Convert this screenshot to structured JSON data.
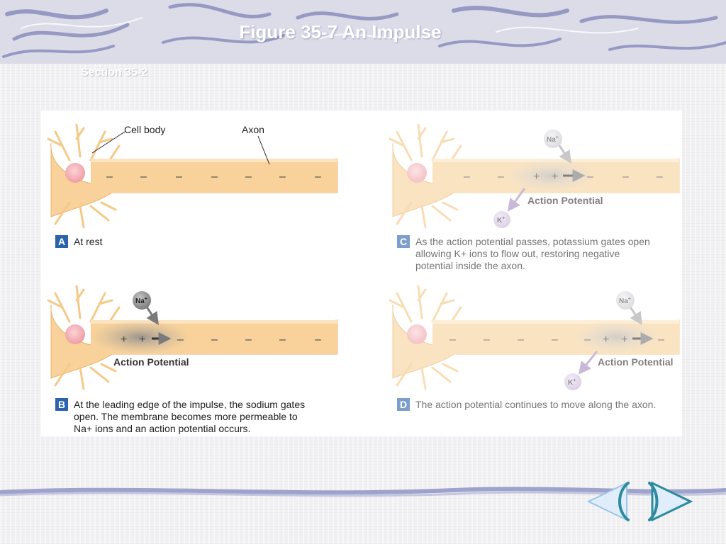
{
  "slide": {
    "title": "Figure 35-7 An Impulse",
    "subtitle": "Section 35-2"
  },
  "figure": {
    "labels": {
      "cell_body": "Cell body",
      "axon": "Axon",
      "action_potential": "Action Potential",
      "na_ion": "Na",
      "k_ion": "K",
      "plus_sup": "+",
      "plus": "+",
      "minus": "–"
    },
    "panels": {
      "a": {
        "letter": "A",
        "caption_lines": [
          "At rest"
        ]
      },
      "b": {
        "letter": "B",
        "caption_lines": [
          "At the leading edge of the impulse, the sodium gates",
          "open.  The membrane becomes more permeable to",
          "Na+ ions and an action potential occurs."
        ]
      },
      "c": {
        "letter": "C",
        "caption_lines": [
          "As the action potential passes, potassium gates open",
          "allowing K+ ions to flow out, restoring negative",
          "potential inside the axon."
        ]
      },
      "d": {
        "letter": "D",
        "caption_lines": [
          "The action potential continues to move along the axon."
        ]
      }
    }
  },
  "colors": {
    "axon_fill": "#f8d29a",
    "badge_blue": "#2b63ad",
    "badge_light_blue": "#8fb8de",
    "ion_dark": "#7d7d7d",
    "ion_light": "#c9c9cf",
    "k_ion": "#c9b4d8",
    "nav_fill": "#dfeefa",
    "nav_stroke": "#2e8aa0"
  },
  "nav": {
    "prev_icon": "left-arrow-icon",
    "next_icon": "right-arrow-icon"
  }
}
